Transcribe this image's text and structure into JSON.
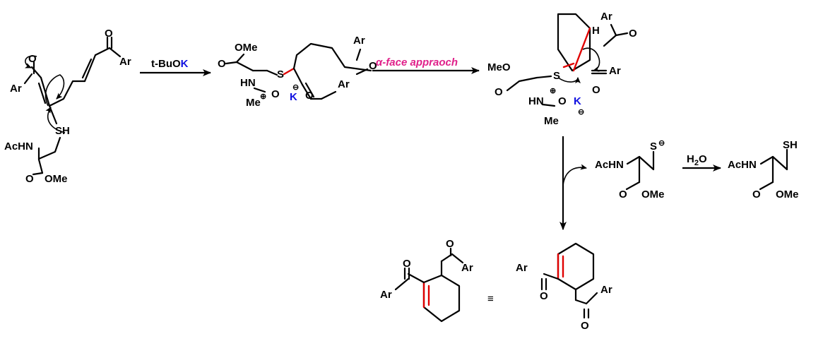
{
  "reaction": {
    "reagent_1": "t-BuO",
    "reagent_1_metal": "K",
    "condition_2": "α-face appraoch",
    "reagent_3": "H",
    "reagent_3_sub": "2",
    "reagent_3_tail": "O",
    "equivalence_symbol": "≡"
  },
  "atoms": {
    "ar": "Ar",
    "o": "O",
    "s": "S",
    "sh": "SH",
    "k": "K",
    "h": "H",
    "acnh": "AcHN",
    "hn": "HN",
    "ome": "OMe",
    "meo": "MeO",
    "me": "Me",
    "plus": "⊕",
    "minus": "⊖"
  },
  "colors": {
    "potassium": "#1010e0",
    "highlight_bond": "#e00000",
    "condition_text": "#e0208a"
  }
}
